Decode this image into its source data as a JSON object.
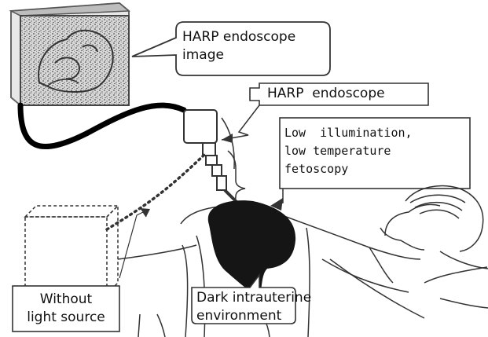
{
  "labels": {
    "monitor": [
      "HARP endoscope",
      "image"
    ],
    "endoscope": "HARP  endoscope",
    "fetoscopy": [
      "Low  illumination,",
      "low temperature",
      "fetoscopy"
    ],
    "no_light": [
      "Without",
      "light source"
    ],
    "intrauterine": [
      "Dark intrauterine",
      "environment"
    ]
  }
}
